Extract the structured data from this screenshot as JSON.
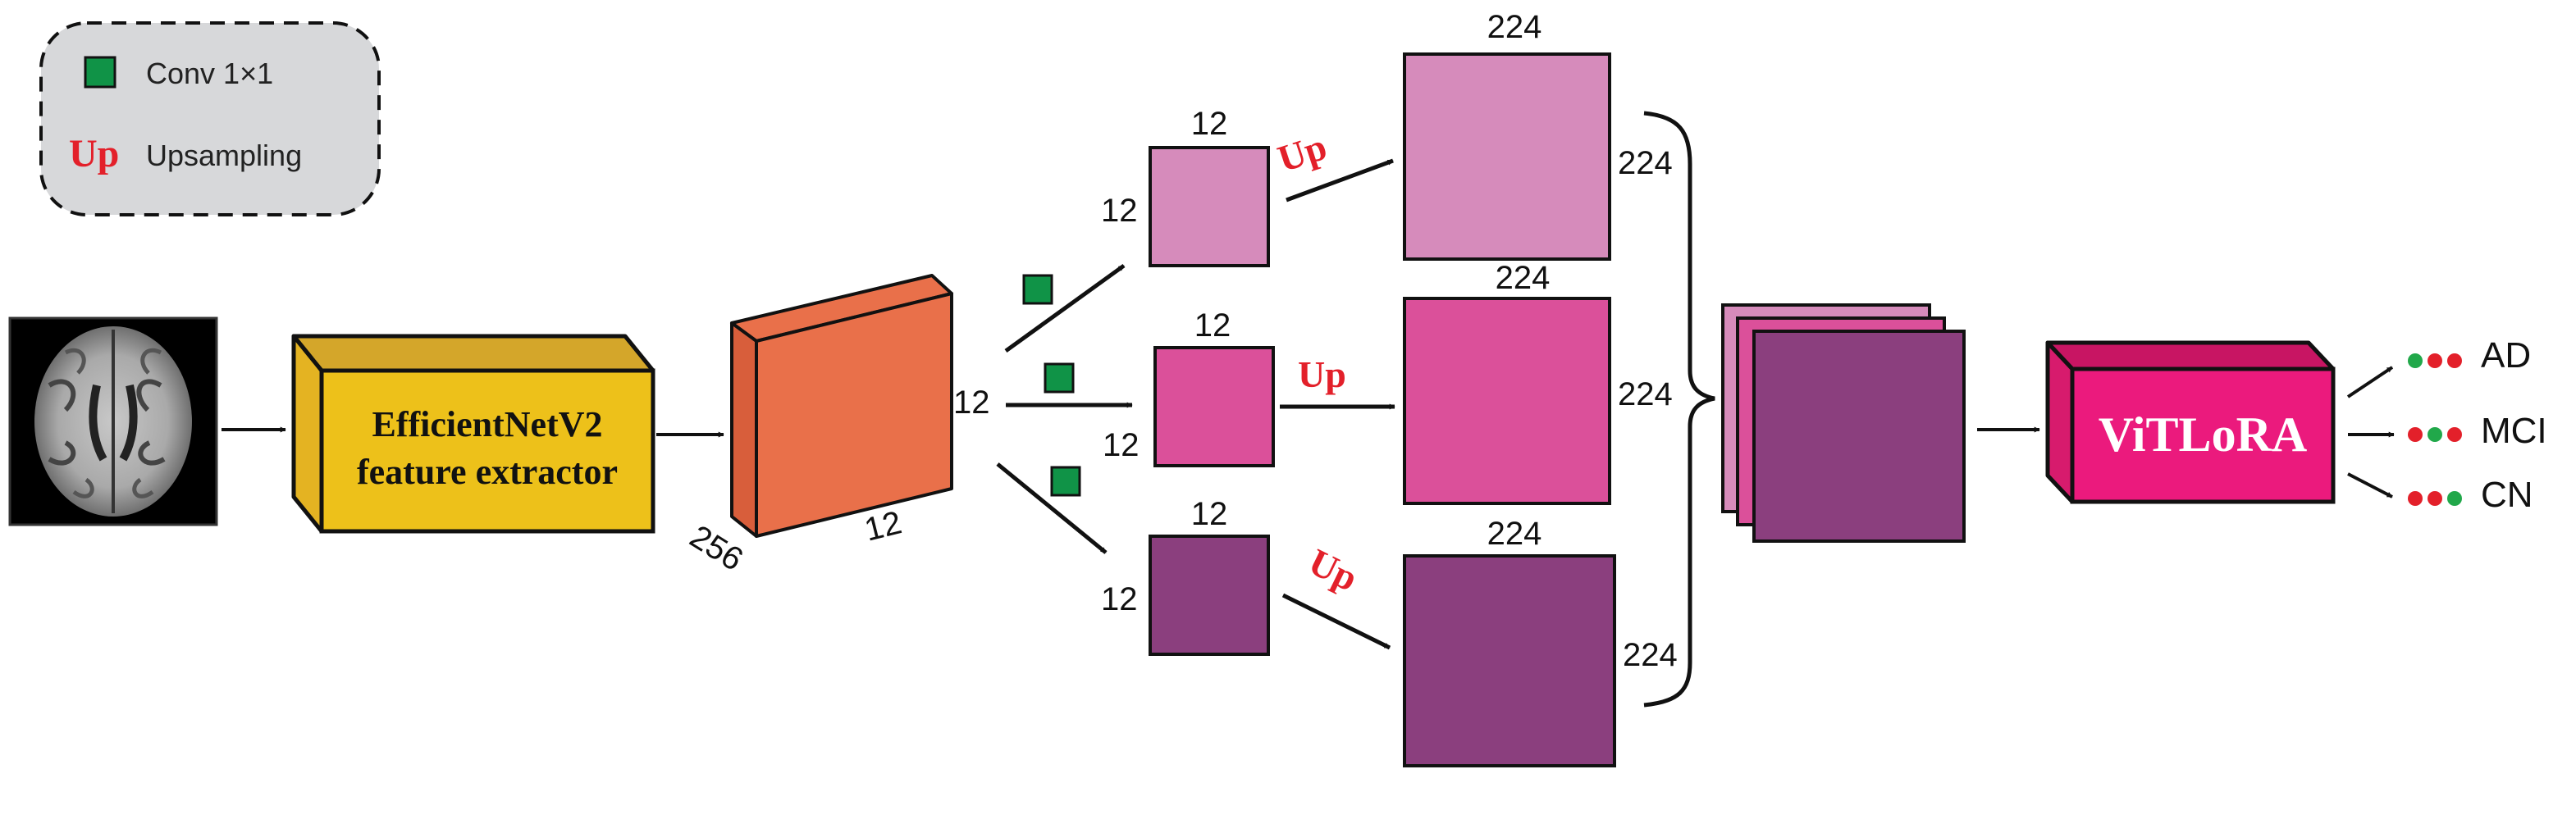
{
  "legend": {
    "conv_label": "Conv 1×1",
    "up_symbol": "Up",
    "up_label": "Upsampling"
  },
  "blocks": {
    "extractor_line1": "EfficientNetV2",
    "extractor_line2": "feature extractor",
    "classifier": "ViTLoRA"
  },
  "feature_map": {
    "height": "12",
    "width": "12",
    "depth": "256"
  },
  "branches": [
    {
      "small_top": "12",
      "small_side": "12",
      "up": "Up",
      "large_top": "224",
      "large_side": "224",
      "color": "#d68bbb"
    },
    {
      "small_top": "12",
      "small_side": "12",
      "up": "Up",
      "large_top": "224",
      "large_side": "224",
      "color": "#db509a"
    },
    {
      "small_top": "12",
      "small_side": "12",
      "up": "Up",
      "large_top": "224",
      "large_side": "224",
      "color": "#8b3f7e"
    }
  ],
  "outputs": [
    "AD",
    "MCI",
    "CN"
  ],
  "colors": {
    "conv": "#109347",
    "up_text": "#e3202a",
    "extractor": "#edc11a",
    "feature_map": "#e9704a",
    "classifier": "#eb1a7d",
    "dot_green": "#21a84a",
    "dot_red": "#e3202a",
    "legend_bg": "#d7d8da"
  },
  "icons": {
    "input_image": "brain-mri-icon",
    "conv": "green-square-icon"
  }
}
